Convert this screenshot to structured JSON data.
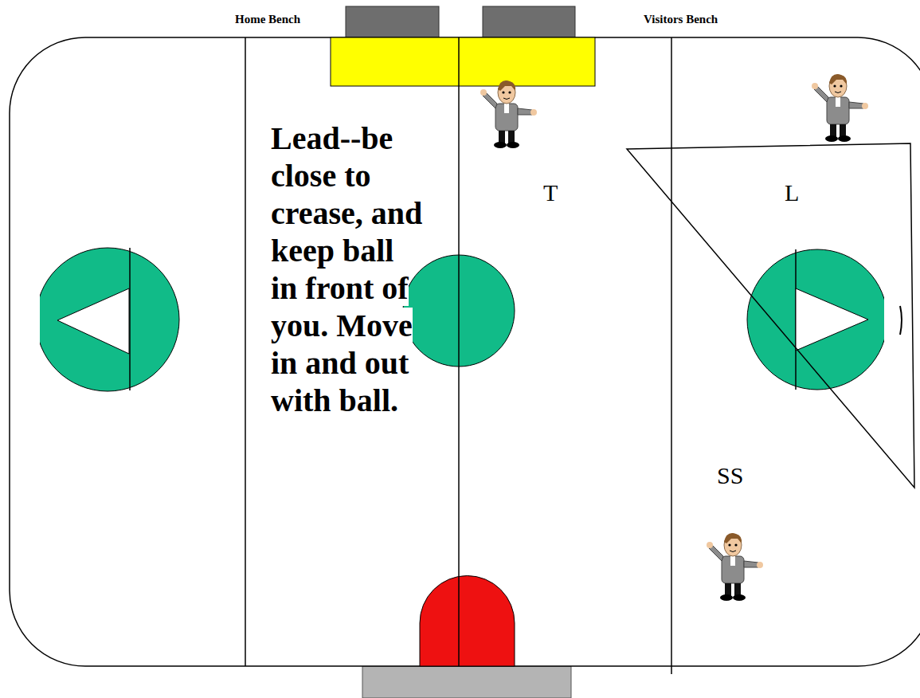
{
  "diagram": {
    "labels": [
      "Home Bench",
      "Visitors Bench",
      "Lead--be close to crease, and keep ball in front of you. Move in and out with ball.",
      "T",
      "L",
      "SS"
    ]
  }
}
